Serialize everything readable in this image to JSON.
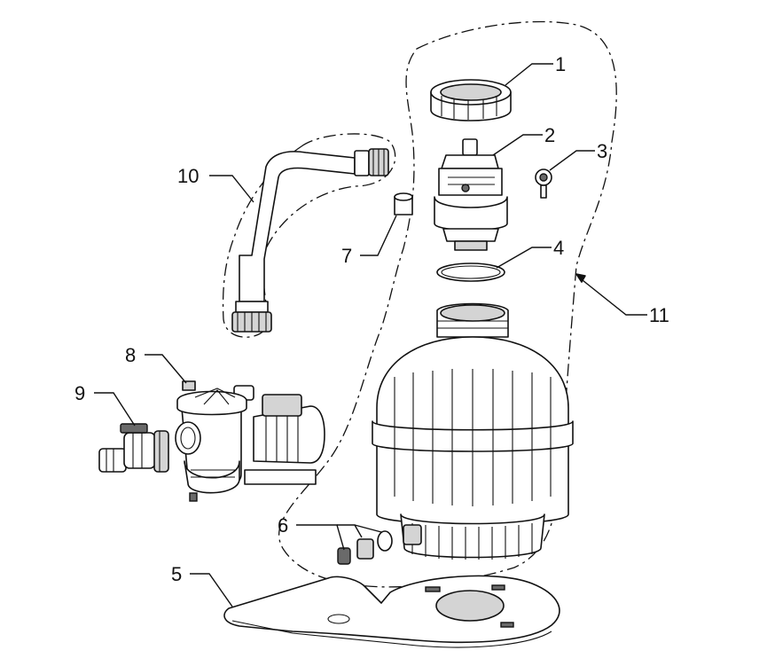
{
  "callouts": [
    {
      "label": "1"
    },
    {
      "label": "2"
    },
    {
      "label": "3"
    },
    {
      "label": "4"
    },
    {
      "label": "7"
    },
    {
      "label": "10"
    },
    {
      "label": "11"
    },
    {
      "label": "8"
    },
    {
      "label": "9"
    },
    {
      "label": "6"
    },
    {
      "label": "5"
    }
  ],
  "colors": {
    "line": "#111111",
    "background": "#ffffff",
    "shade": "#d4d4d4",
    "dark_fill": "#6a6a6a"
  }
}
